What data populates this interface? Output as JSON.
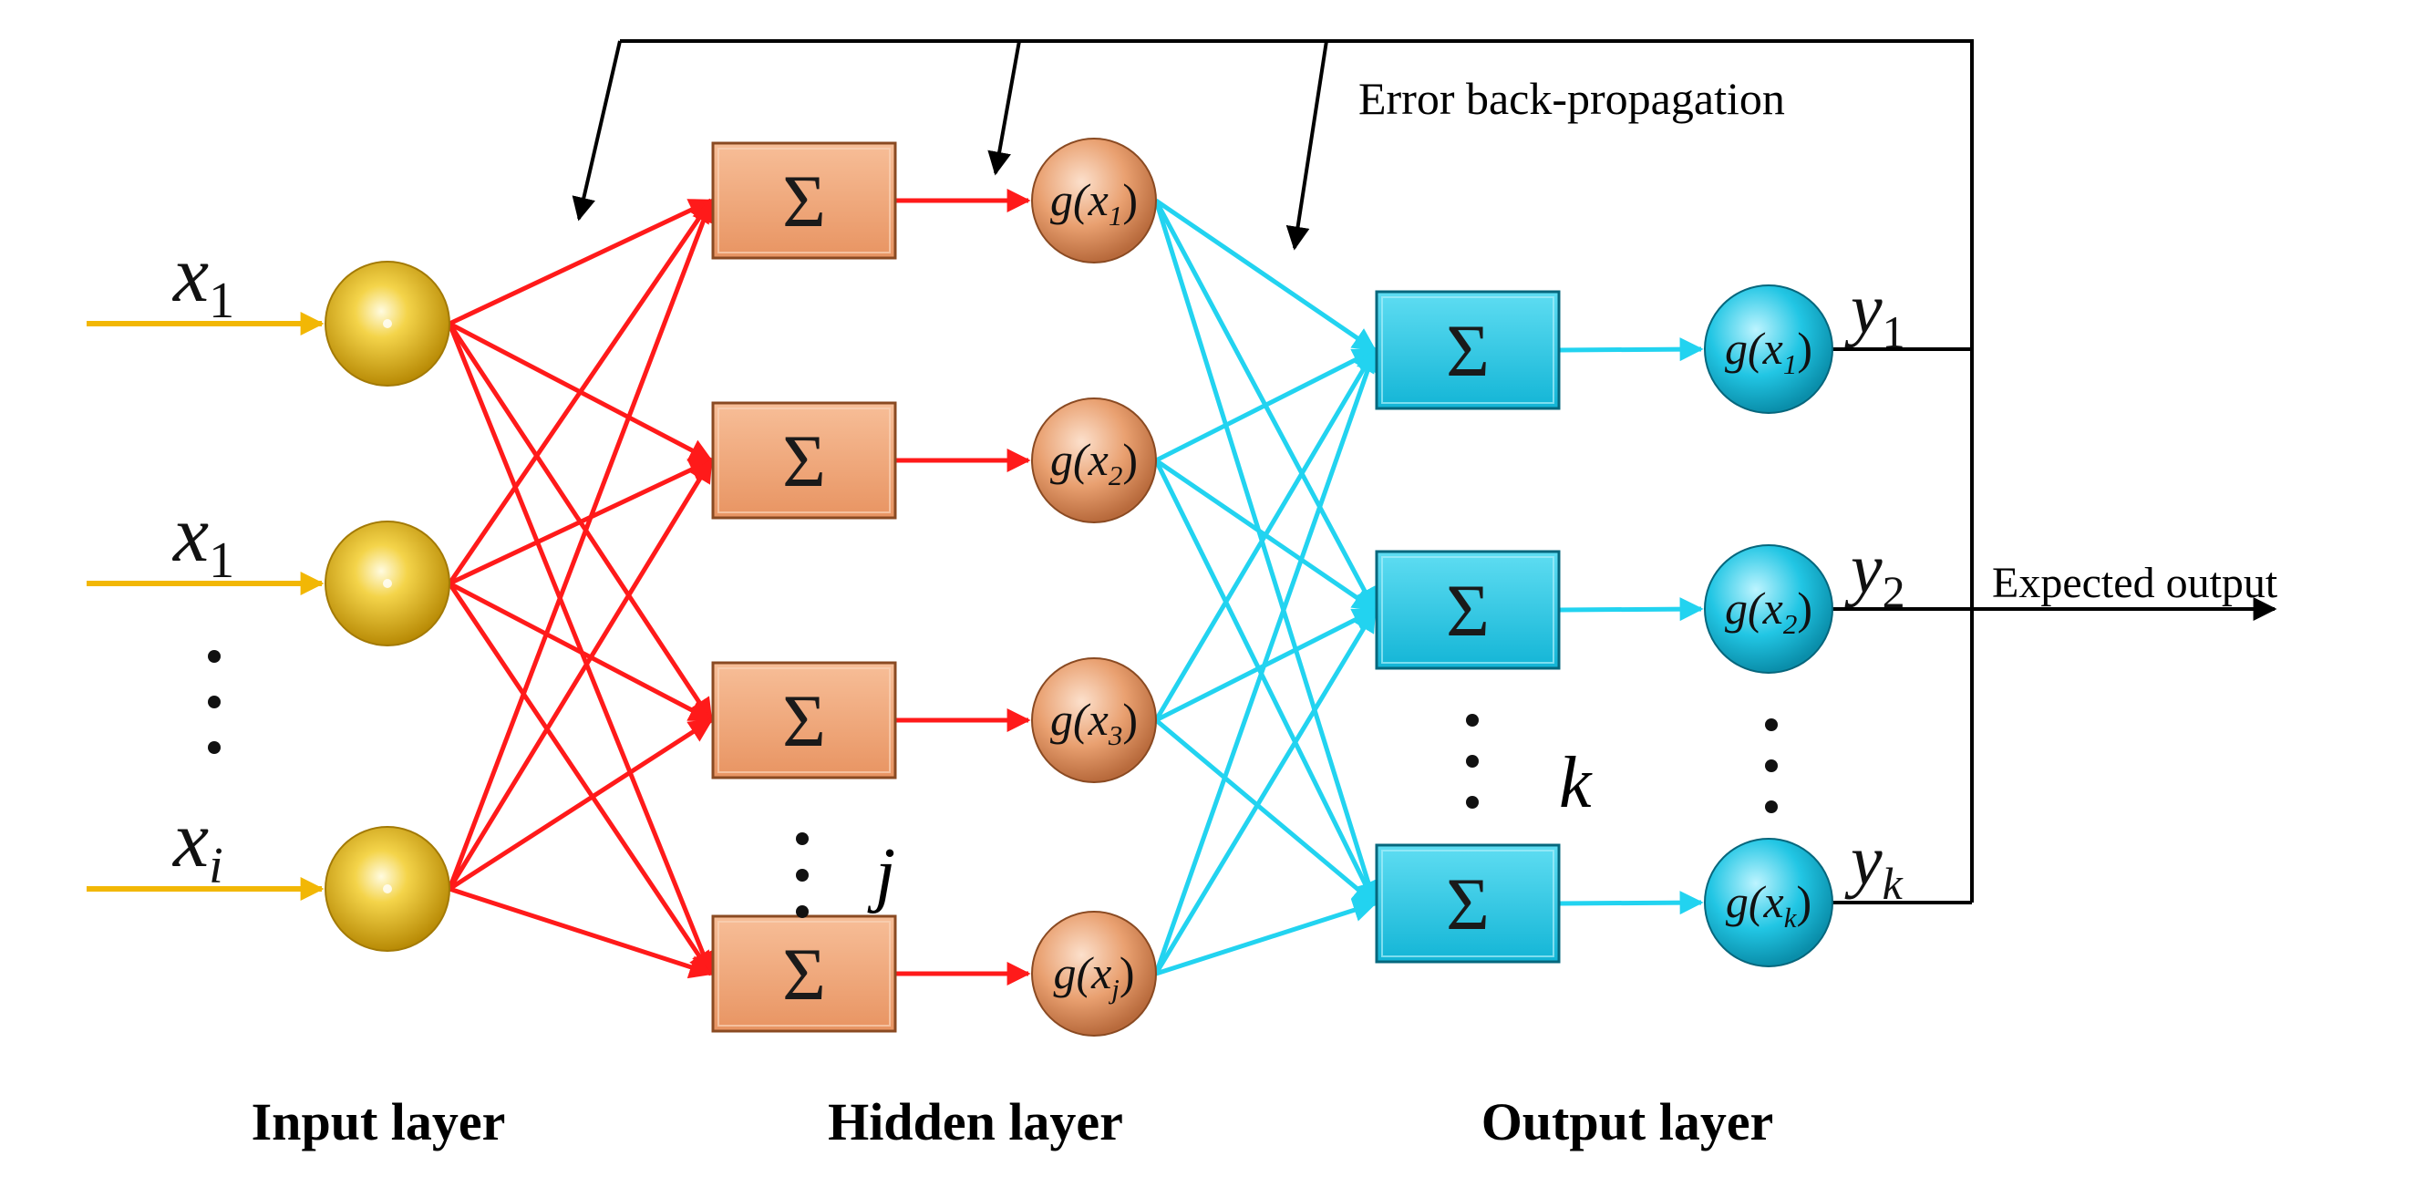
{
  "annotations": {
    "error_backprop": "Error back-propagation",
    "expected_output": "Expected output"
  },
  "layers": {
    "input": "Input layer",
    "hidden": "Hidden layer",
    "output": "Output layer"
  },
  "inputs": [
    {
      "base": "x",
      "sub": "1"
    },
    {
      "base": "x",
      "sub": "1"
    },
    {
      "base": "x",
      "sub": "i"
    }
  ],
  "sum_symbol": "Σ",
  "hidden_activations": [
    {
      "pre": "g(x",
      "sub": "1",
      "post": ")"
    },
    {
      "pre": "g(x",
      "sub": "2",
      "post": ")"
    },
    {
      "pre": "g(x",
      "sub": "3",
      "post": ")"
    },
    {
      "pre": "g(x",
      "sub": "j",
      "post": ")"
    }
  ],
  "output_activations": [
    {
      "pre": "g(x",
      "sub": "1",
      "post": ")"
    },
    {
      "pre": "g(x",
      "sub": "2",
      "post": ")"
    },
    {
      "pre": "g(x",
      "sub": "k",
      "post": ")"
    }
  ],
  "outputs": [
    {
      "base": "y",
      "sub": "1"
    },
    {
      "base": "y",
      "sub": "2"
    },
    {
      "base": "y",
      "sub": "k"
    }
  ],
  "index_labels": {
    "hidden": "j",
    "output": "k"
  },
  "colors": {
    "input_arrow": "#F2B705",
    "input_node": "#E8C22A",
    "hidden_box": "#F0A478",
    "hidden_node": "#E9A070",
    "hidden_edge": "#FF1A1A",
    "output_box": "#1EC8E6",
    "output_node": "#22C6E4",
    "output_edge": "#22D3F0",
    "feedback": "#000000"
  }
}
